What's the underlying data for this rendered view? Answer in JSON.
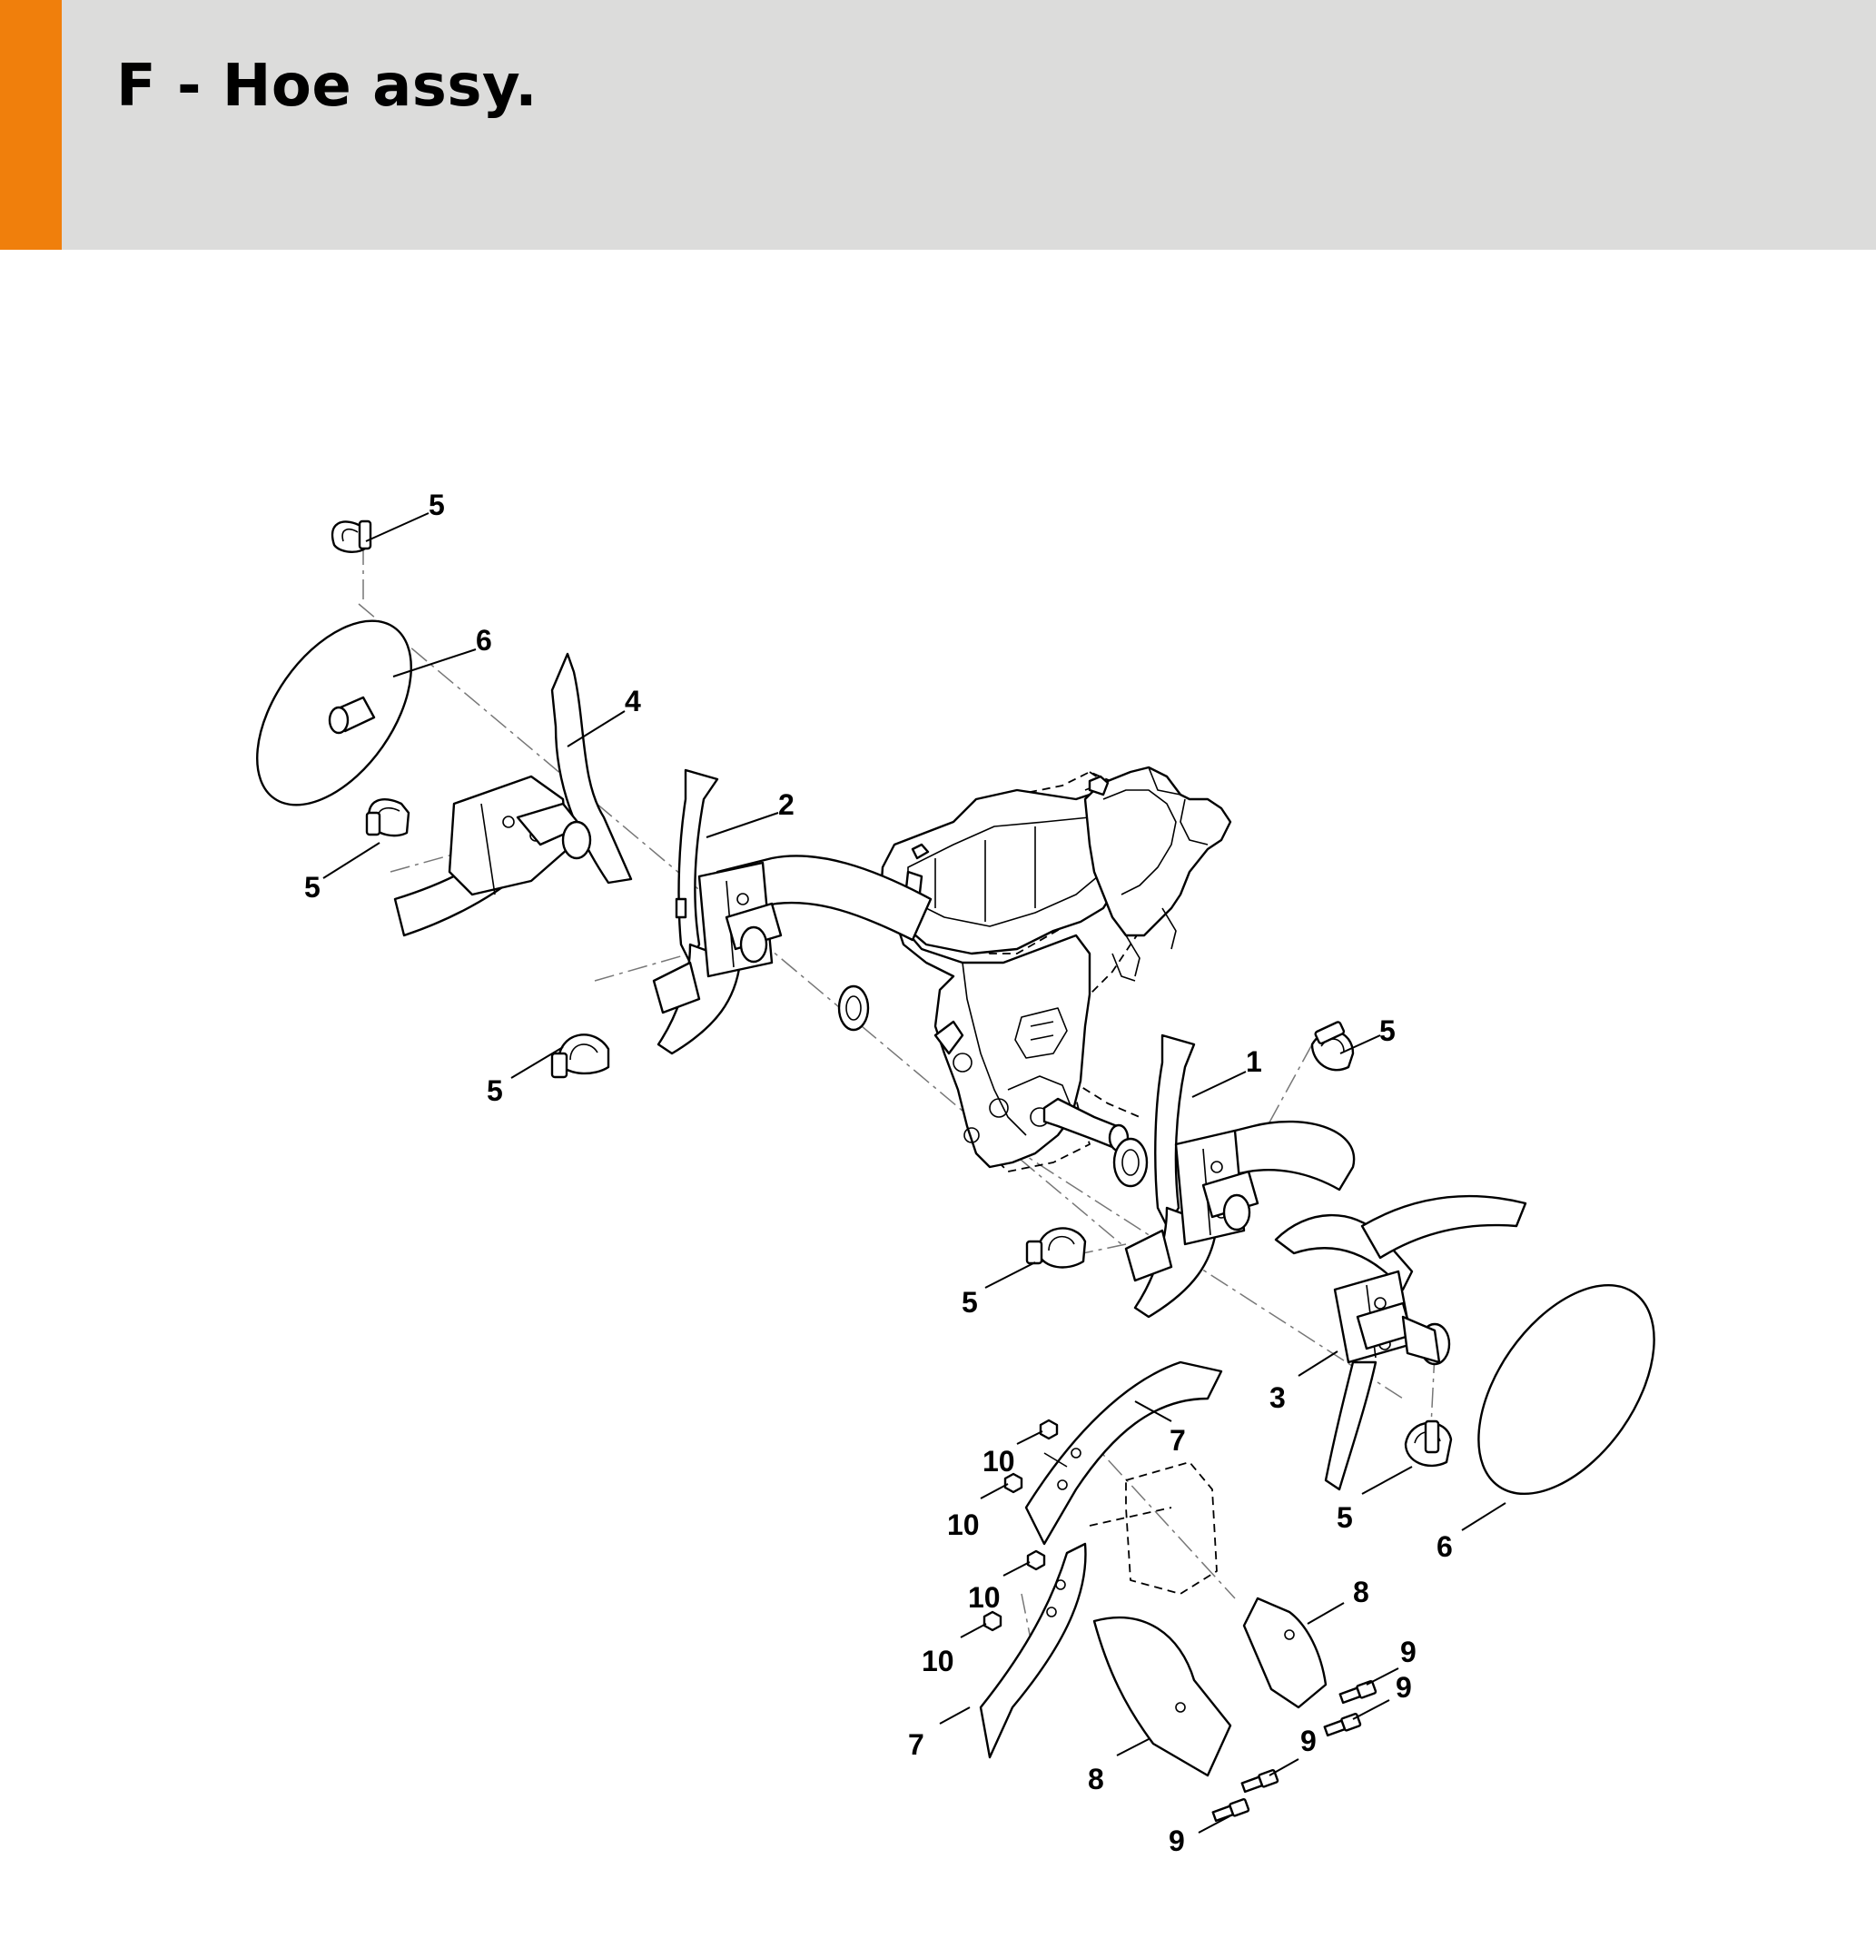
{
  "header": {
    "title": "F - Hoe assy.",
    "accent_color": "#f07f0c",
    "background_color": "#dcdcdb"
  },
  "callouts": [
    "5",
    "6",
    "4",
    "2",
    "5",
    "5",
    "5",
    "1",
    "5",
    "3",
    "5",
    "6",
    "7",
    "10",
    "10",
    "10",
    "10",
    "8",
    "9",
    "9",
    "7",
    "8",
    "9",
    "9"
  ]
}
